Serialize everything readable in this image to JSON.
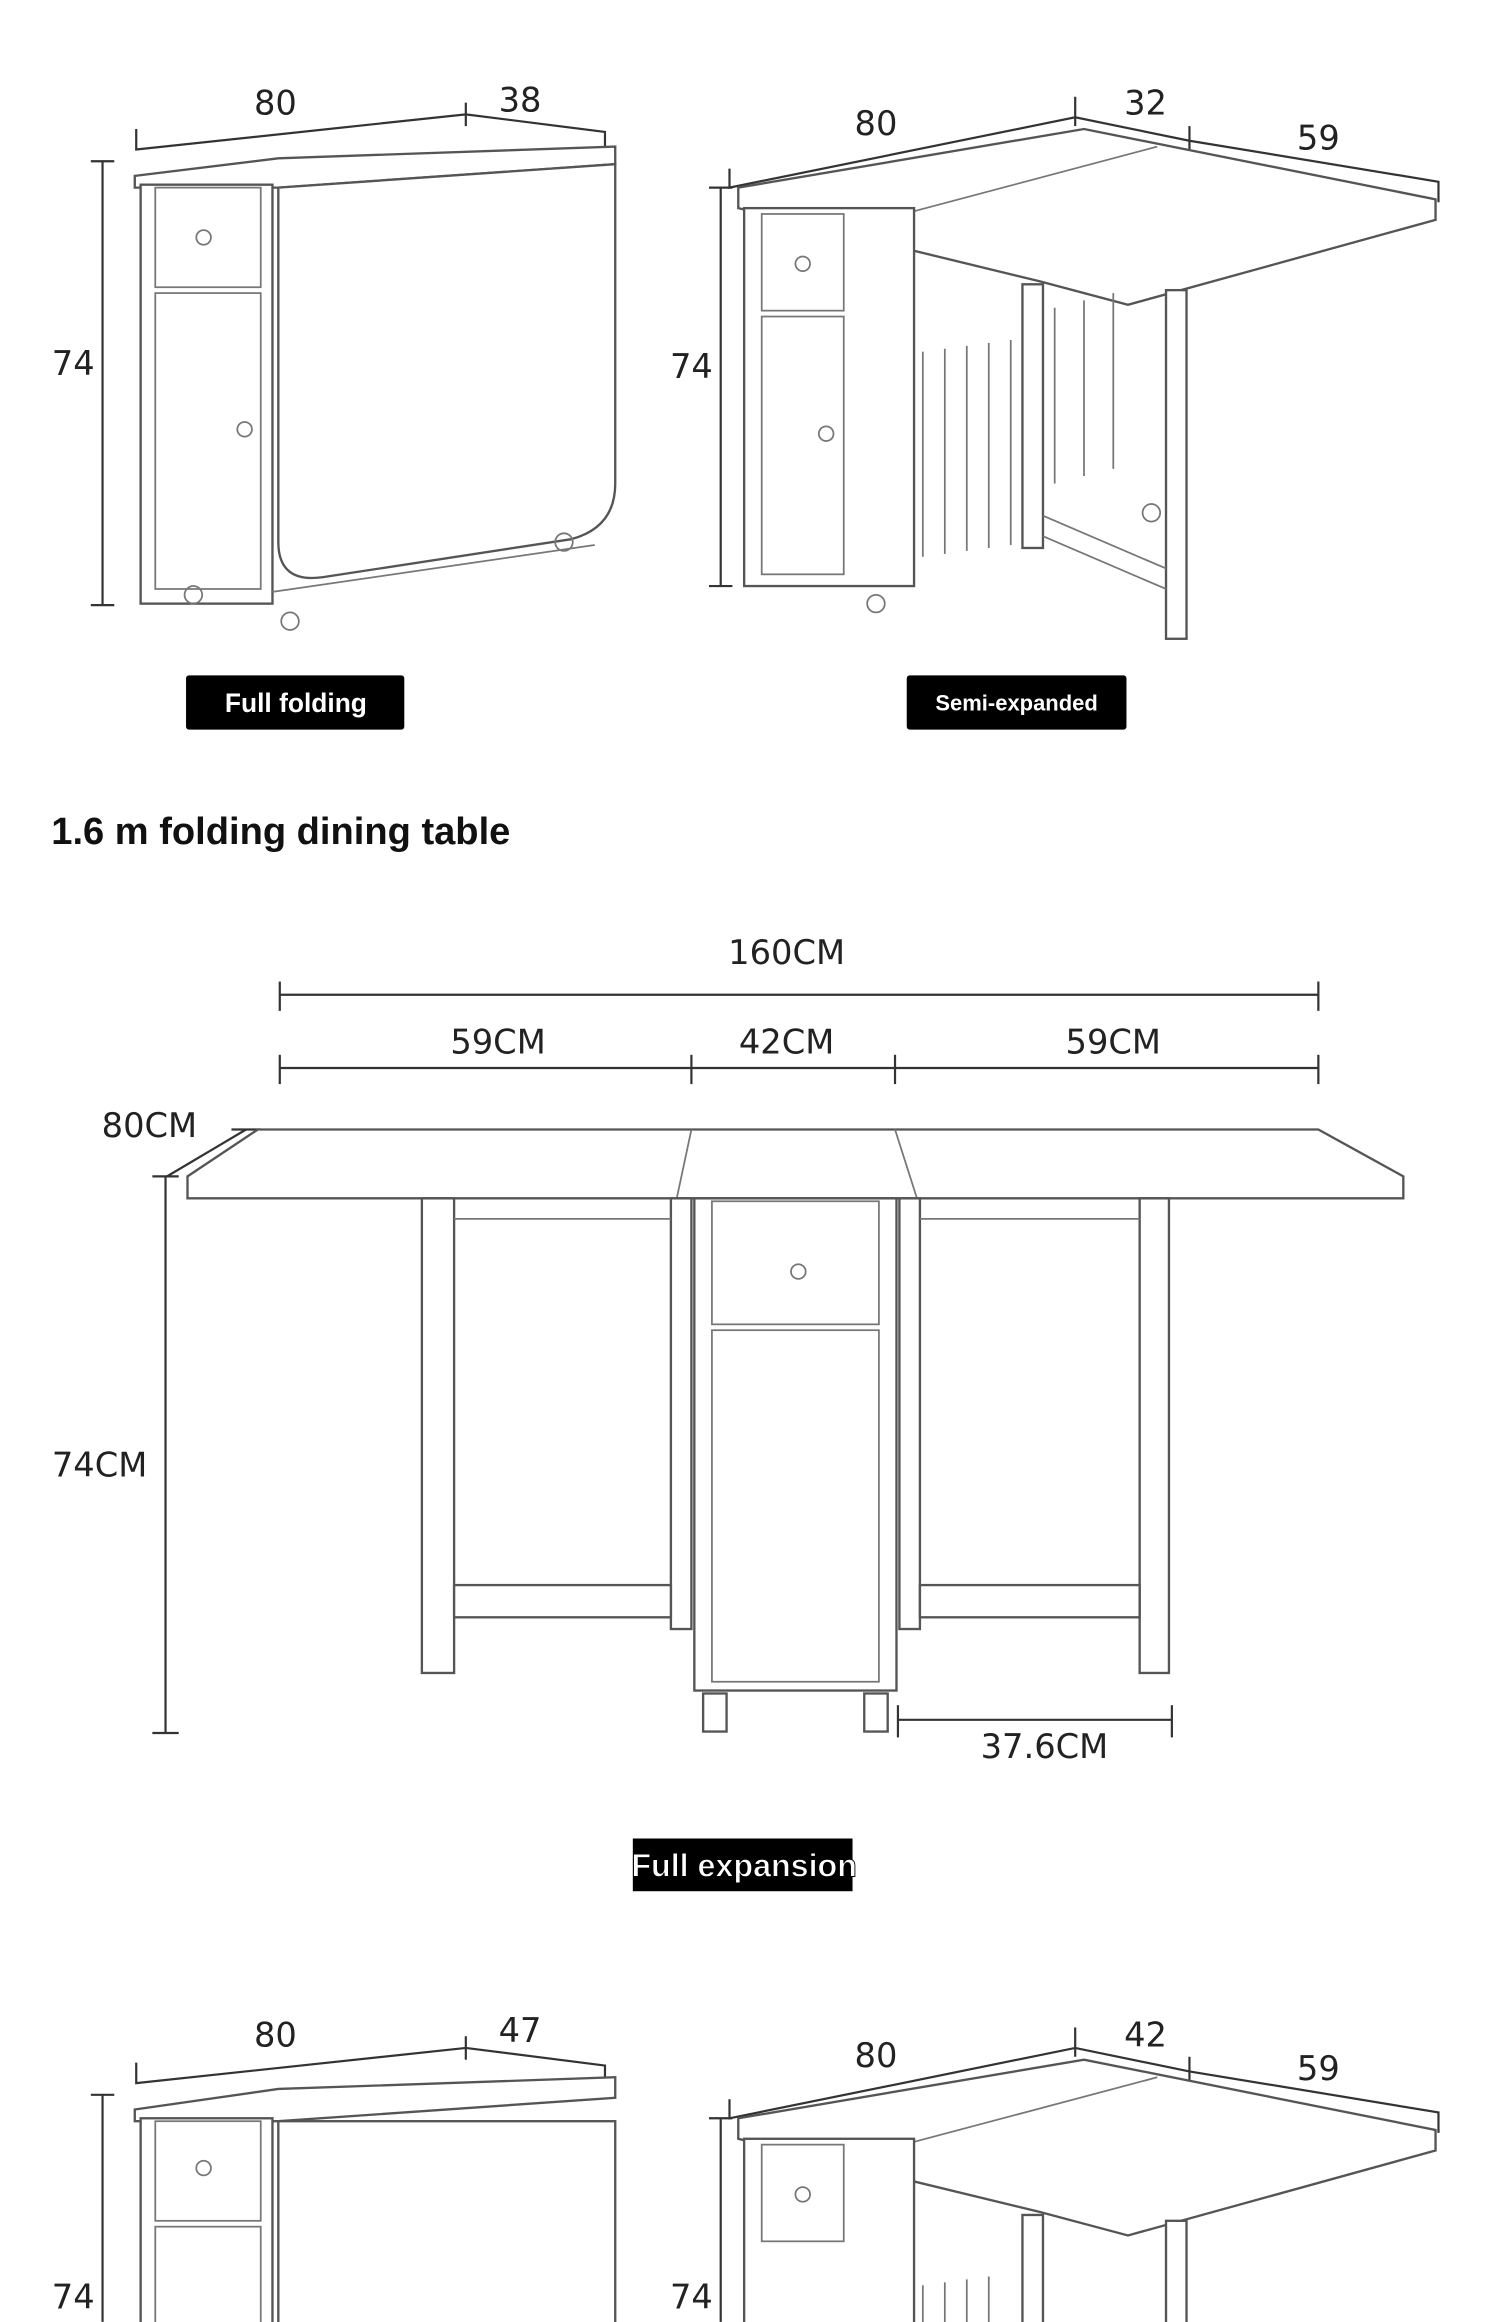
{
  "top": {
    "full_folding": {
      "width": "80",
      "depth": "38",
      "height": "74",
      "label": "Full folding"
    },
    "semi_expanded": {
      "width": "80",
      "depth": "32",
      "leaf": "59",
      "height": "74",
      "label": "Semi-expanded"
    }
  },
  "heading": "1.6 m folding dining table",
  "full_expansion": {
    "total": "160CM",
    "left_leaf": "59CM",
    "center": "42CM",
    "right_leaf": "59CM",
    "depth": "80CM",
    "height": "74CM",
    "clearance": "37.6CM",
    "label": "Full expansion"
  },
  "bottom": {
    "full_folding": {
      "width": "80",
      "depth": "47",
      "height": "74"
    },
    "semi_expanded": {
      "width": "80",
      "depth": "42",
      "leaf": "59",
      "height": "74"
    }
  }
}
